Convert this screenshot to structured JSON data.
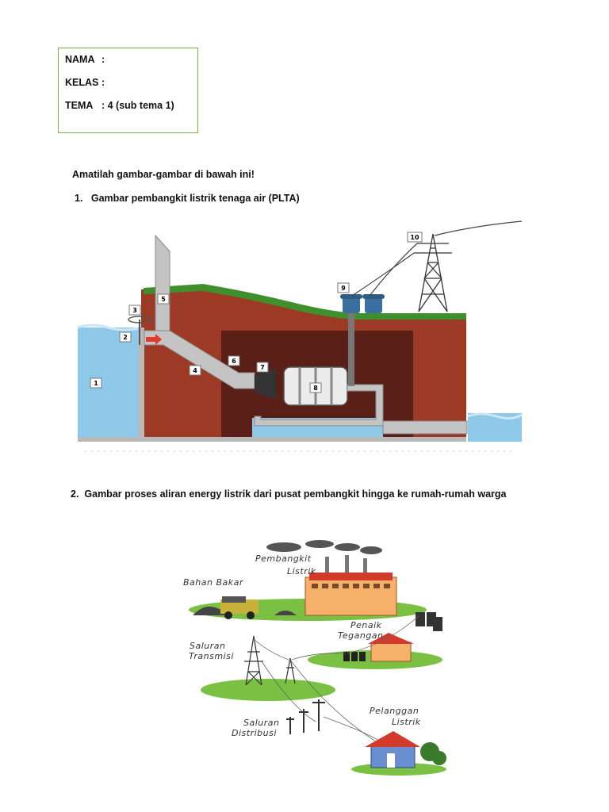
{
  "identity": {
    "nama_label": "NAMA",
    "nama_sep": ":",
    "kelas_label": "KELAS",
    "kelas_sep": ":",
    "tema_label": "TEMA",
    "tema_value": ": 4 (sub tema 1)"
  },
  "instruction": "Amatilah gambar-gambar di bawah ini!",
  "item1": {
    "number": "1.",
    "title": "Gambar pembangkit listrik tenaga air (PLTA)"
  },
  "item2": {
    "number": "2.",
    "title": "Gambar proses aliran energy listrik dari pusat pembangkit hingga ke rumah-rumah warga"
  },
  "plta_callouts": [
    "1",
    "2",
    "3",
    "4",
    "5",
    "6",
    "7",
    "8",
    "9",
    "10"
  ],
  "flow_labels": {
    "pembangkit_1": "Pembangkit",
    "pembangkit_2": "Listrik",
    "bahan_bakar": "Bahan Bakar",
    "penaik_1": "Penaik",
    "penaik_2": "Tegangan",
    "saluran_t_1": "Saluran",
    "saluran_t_2": "Transmisi",
    "saluran_d_1": "Saluran",
    "saluran_d_2": "Distribusi",
    "pelanggan_1": "Pelanggan",
    "pelanggan_2": "Listrik"
  },
  "colors": {
    "box_border": "#7ab04a",
    "water": "#8ec9ea",
    "earth": "#9c3a26",
    "grass": "#3f8f2d"
  }
}
